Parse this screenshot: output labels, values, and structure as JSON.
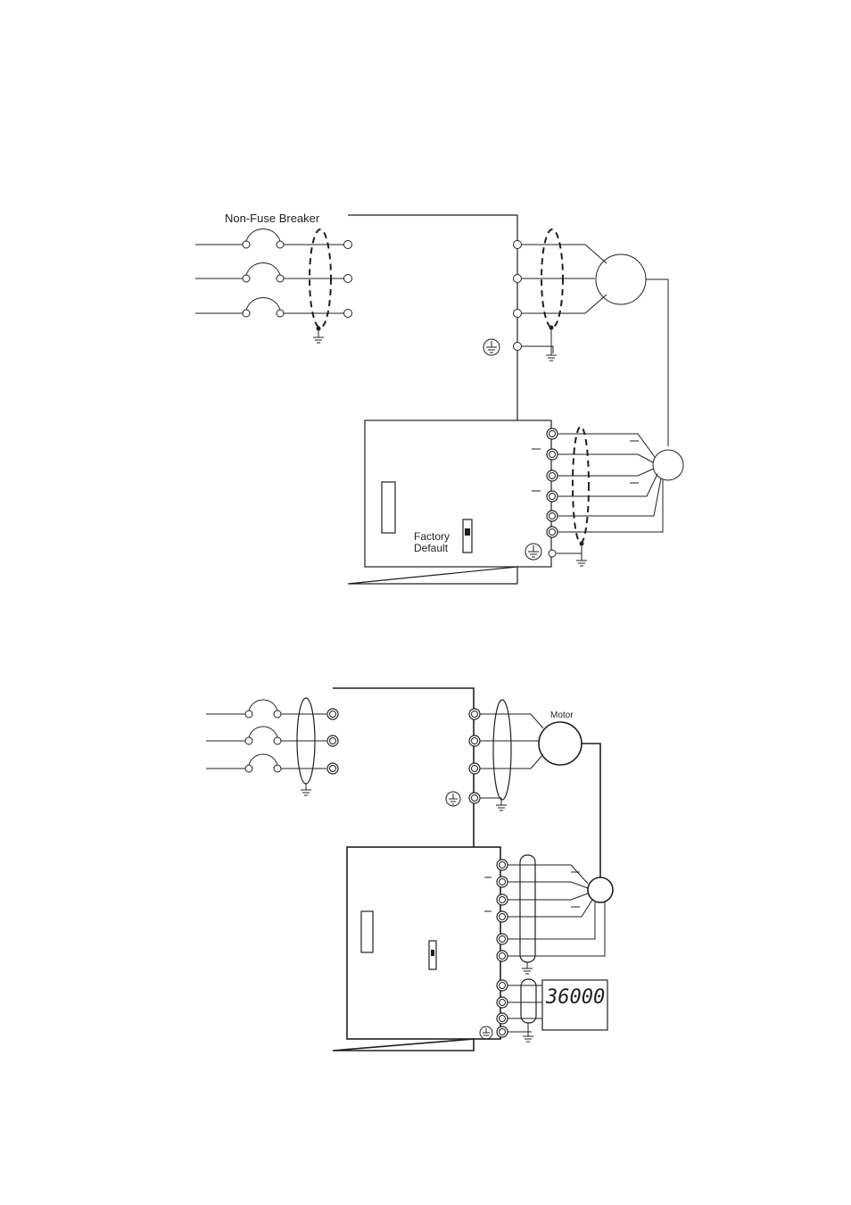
{
  "diagram_1": {
    "breaker_label": "Non-Fuse Breaker",
    "switch_label_line1": "Factory",
    "switch_label_line2": "Default"
  },
  "diagram_2": {
    "motor_label": "Motor",
    "display_value": "36000"
  },
  "icons": [
    "ground-symbol",
    "earth-terminal-symbol",
    "dip-switch",
    "motor",
    "encoder",
    "breaker-contact"
  ]
}
